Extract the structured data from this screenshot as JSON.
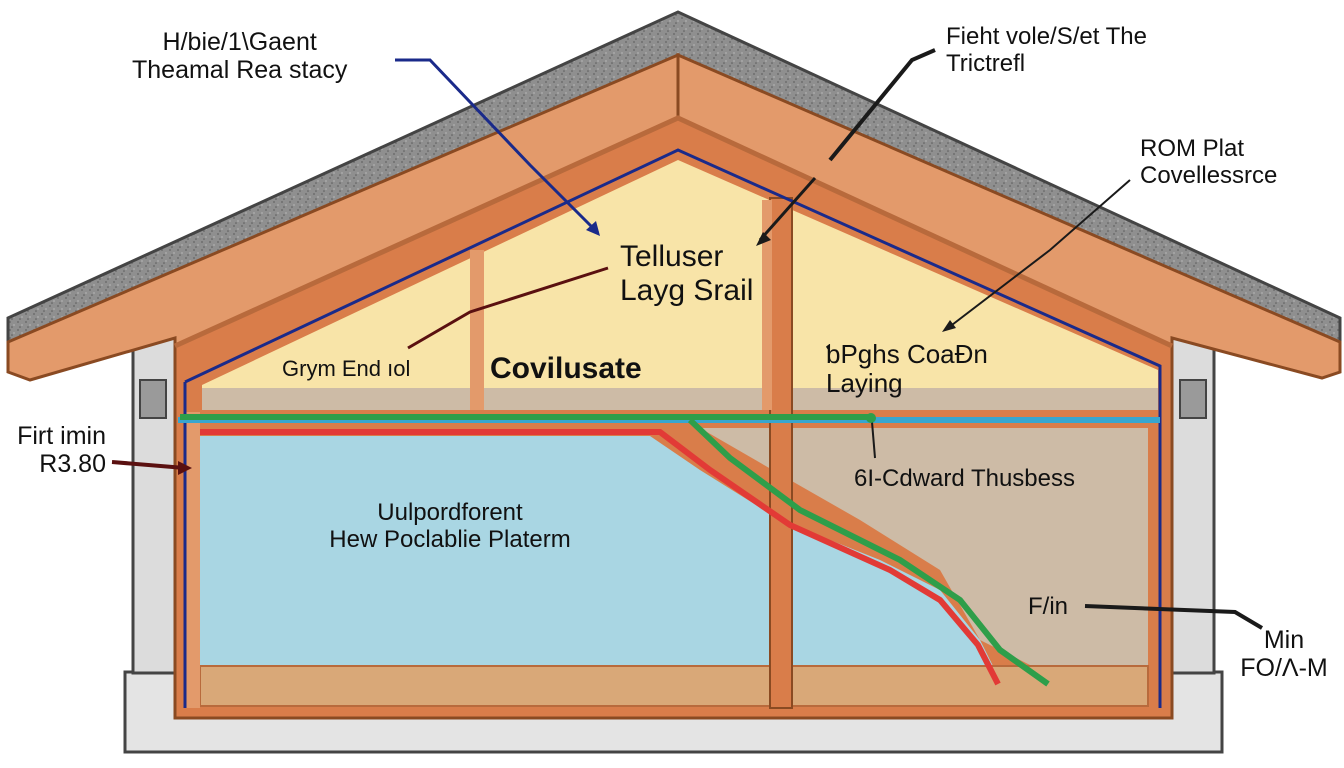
{
  "colors": {
    "shingle": "#8f8f8f",
    "shingle_dark": "#6e6e6e",
    "fascia": "#e39a6b",
    "fascia_edge": "#b86a3c",
    "wood": "#d97d4a",
    "insulation_yellow": "#f8e4a8",
    "insulation_blue": "#a9d6e3",
    "insulation_tan": "#cdbba6",
    "floor_wood": "#d9a878",
    "foundation": "#e4e4e4",
    "wire_navy": "#1a2a8a",
    "wire_green": "#2e9e4a",
    "wire_red": "#e23a36",
    "wire_cyan": "#38a6cf",
    "leader_dark": "#1a1a1a",
    "leader_maroon": "#5a1010"
  },
  "labels": {
    "top_left": {
      "line1": "H/bie/1\\Gaent",
      "line2": "Theamal Rea stacy"
    },
    "top_center": {
      "line1": "Fieht vole/S/et The",
      "line2": "Trictrefl"
    },
    "right_upper": {
      "line1": "ROM Plat",
      "line2": "Covellessrce"
    },
    "center_attic": {
      "line1": "Telluser",
      "line2": "Layg Srail"
    },
    "left_attic": {
      "line1": "Grym End ıol"
    },
    "mid_attic": {
      "line1": "Covilusate"
    },
    "right_attic": {
      "line1": "ƅPghs CoaĐn",
      "line2": "Laying"
    },
    "left_side": {
      "line1": "Firt imin",
      "line2": "R3.80"
    },
    "lower_right": {
      "line1": "6I-Cdward Thusbess"
    },
    "lower_center": {
      "line1": "Uulpordforent",
      "line2": "Hew Poclablie Platerm"
    },
    "right_lower": {
      "line1": "F/in"
    },
    "bottom_right": {
      "line1": "Min",
      "line2": "FO/Λ-M"
    }
  }
}
